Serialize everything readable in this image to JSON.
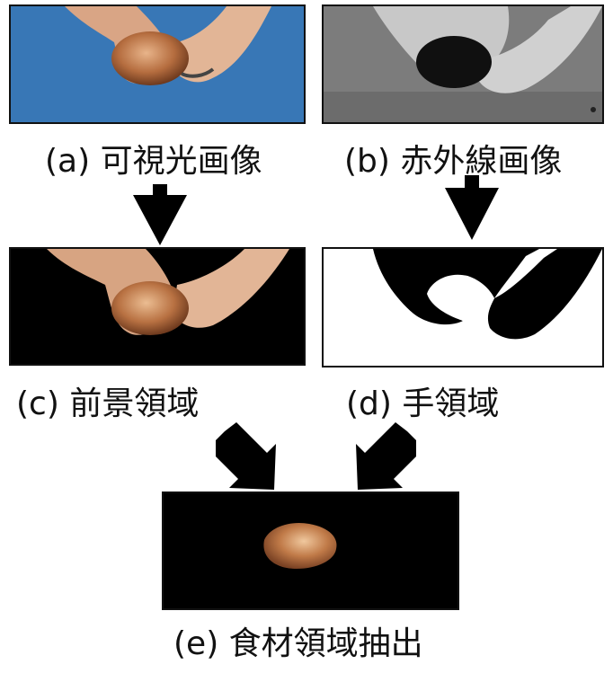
{
  "labels": {
    "a": "(a) 可視光画像",
    "b": "(b) 赤外線画像",
    "c": "(c) 前景領域",
    "d": "(d) 手領域",
    "e": "(e) 食材領域抽出"
  },
  "colors": {
    "visible_bg": "#2f6fb0",
    "skin": "#e4b48f",
    "food": "#b86f3c",
    "ir_bg": "#7a7a7a",
    "ir_hand": "#c9c9c9",
    "ir_food": "#101010",
    "mask_fg": "#000000",
    "mask_bg": "#ffffff"
  }
}
